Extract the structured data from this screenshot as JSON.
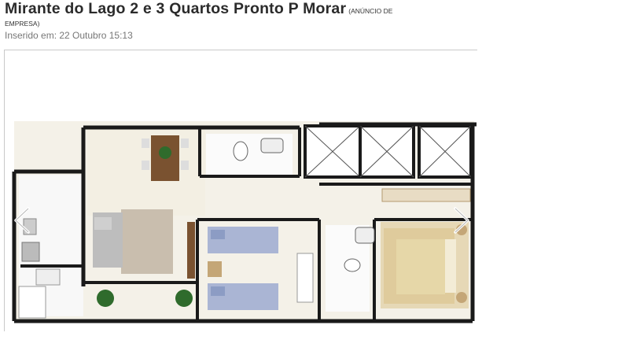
{
  "listing": {
    "title": "Mirante do Lago 2 e 3 Quartos Pronto P Morar",
    "tag_part1": "(ANÚNCIO DE",
    "tag_part2": "EMPRESA)",
    "posted": "Inserido em: 22 Outubro 15:13"
  },
  "gallery": {
    "image_subject": "floor-plan",
    "prev_icon": "chevron-left-icon",
    "next_icon": "chevron-right-icon"
  },
  "colors": {
    "wall": "#1a1a1a",
    "floor": "#f4f1e8",
    "bed": "#aab5d4",
    "sofa": "#c9beae",
    "table": "#7a5230",
    "plant": "#2f6b2c"
  }
}
